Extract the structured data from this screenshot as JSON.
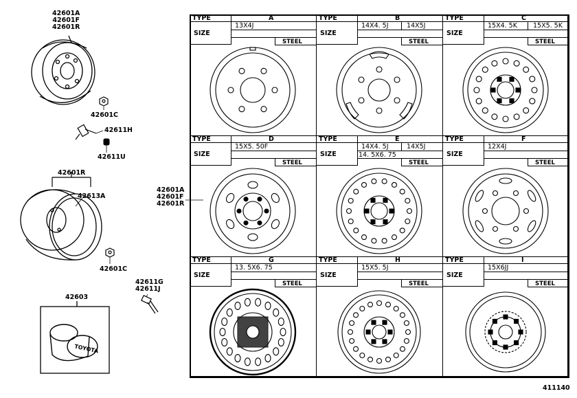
{
  "left_parts": {
    "wheel1": [
      "42601A",
      "42601F",
      "42601R"
    ],
    "nut1": "42601C",
    "valve1": "42611H",
    "cap1": "42611U",
    "wheel2": "42601R",
    "ring": "42613A",
    "nut2": "42601C",
    "valve2": [
      "42611G",
      "42611J"
    ],
    "center_cap": "42603",
    "center_cap_logo": "TOYOTA",
    "grid_callout": [
      "42601A",
      "42601F",
      "42601R"
    ]
  },
  "labels": {
    "type": "TYPE",
    "size": "SIZE",
    "steel": "STEEL"
  },
  "cells": [
    {
      "type": "A",
      "sizes": [
        "13X4J"
      ]
    },
    {
      "type": "B",
      "sizes": [
        "14X4. 5J",
        "14X5J"
      ]
    },
    {
      "type": "C",
      "sizes": [
        "15X4. 5K",
        "15X5. 5K"
      ]
    },
    {
      "type": "D",
      "sizes": [
        "15X5. 50F"
      ]
    },
    {
      "type": "E",
      "sizes": [
        "14X4. 5J",
        "14X5J",
        "14. 5X6. 75"
      ]
    },
    {
      "type": "F",
      "sizes": [
        "12X4J"
      ]
    },
    {
      "type": "G",
      "sizes": [
        "13. 5X6. 75"
      ]
    },
    {
      "type": "H",
      "sizes": [
        "15X5. 5J"
      ]
    },
    {
      "type": "I",
      "sizes": [
        "15X6JJ"
      ]
    }
  ],
  "footer_code": "411140"
}
